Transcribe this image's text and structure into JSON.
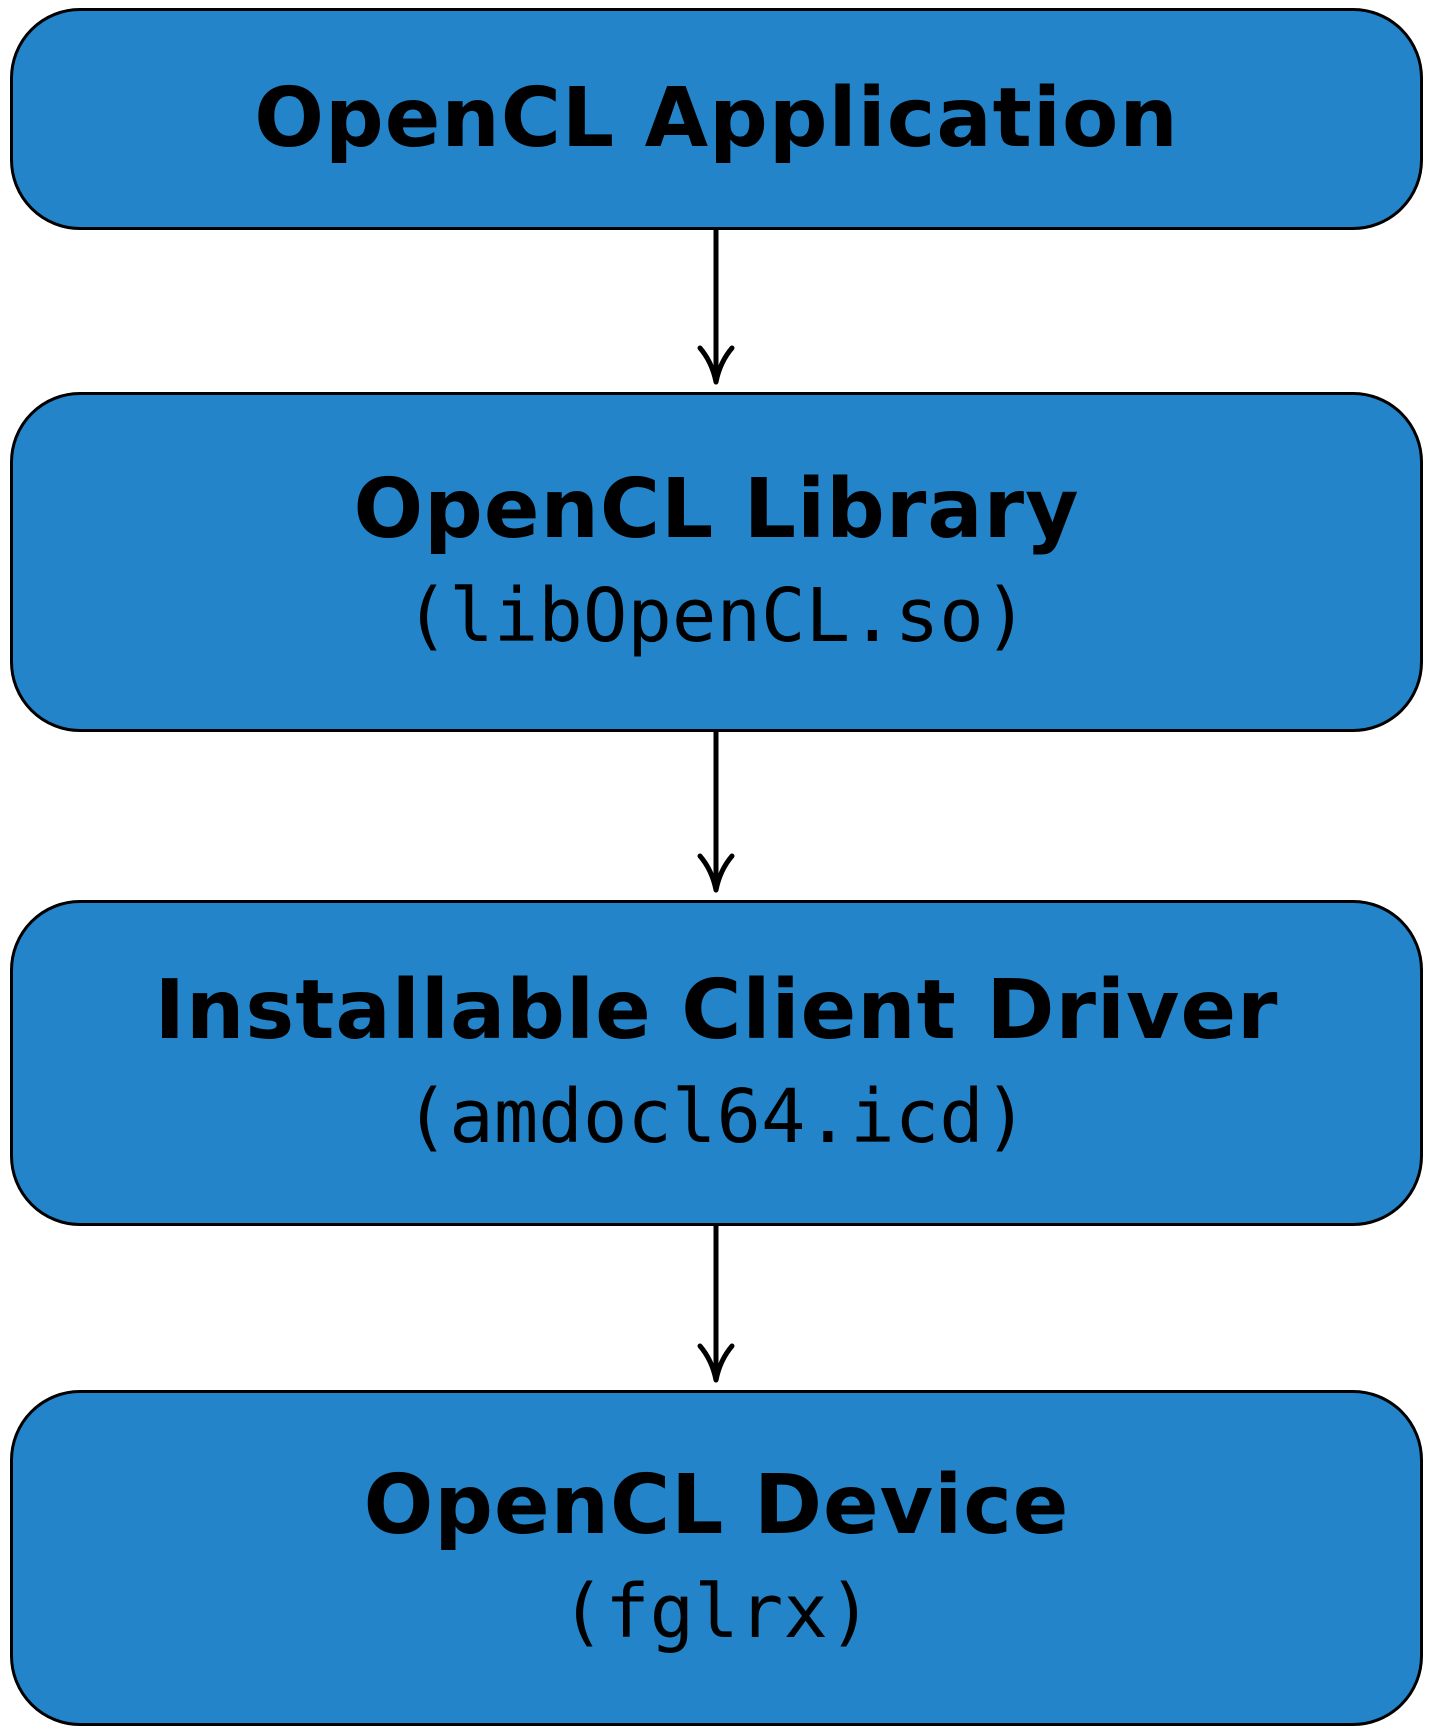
{
  "diagram": {
    "layers": [
      {
        "title": "OpenCL Application",
        "subtitle": ""
      },
      {
        "title": "OpenCL Library",
        "subtitle": "(libOpenCL.so)"
      },
      {
        "title": "Installable Client Driver",
        "subtitle": "(amdocl64.icd)"
      },
      {
        "title": "OpenCL Device",
        "subtitle": "(fglrx)"
      }
    ],
    "colors": {
      "box_fill": "#2384c9",
      "border": "#000000",
      "text": "#000000",
      "arrow": "#000000"
    }
  }
}
